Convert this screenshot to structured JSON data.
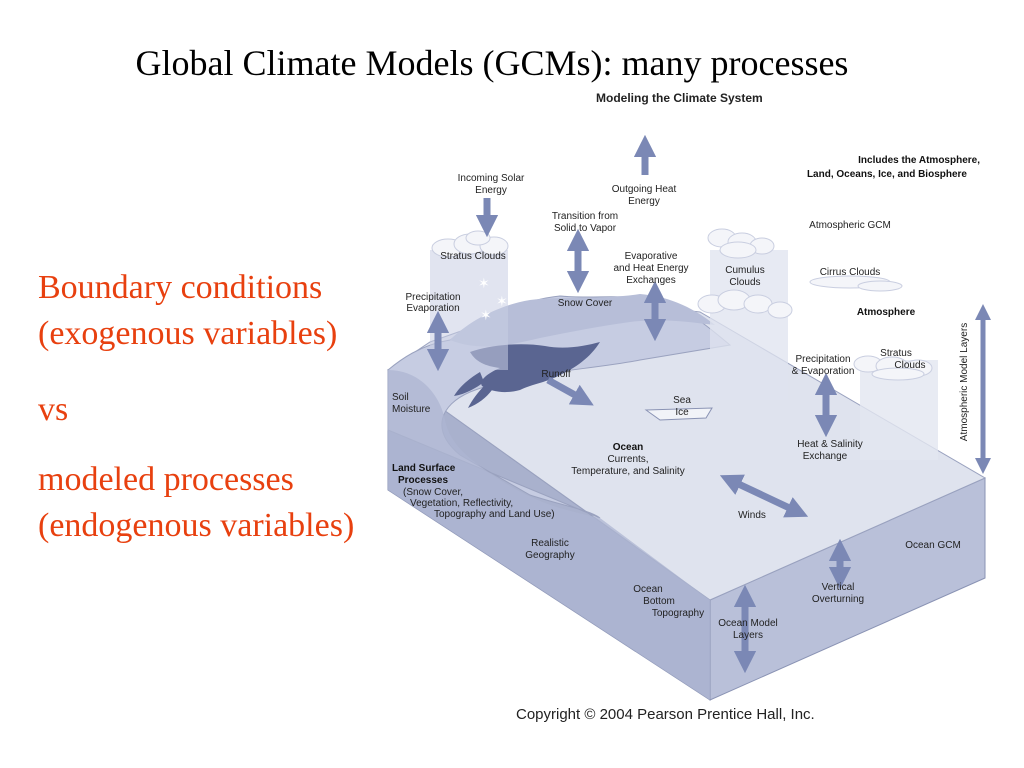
{
  "slide": {
    "title": "Global Climate Models (GCMs): many processes",
    "bullets": [
      "Boundary conditions",
      "(exogenous variables)",
      "vs",
      "modeled processes",
      "(endogenous variables)"
    ]
  },
  "figure": {
    "title": "Modeling the Climate System",
    "includes_lines": [
      "Includes the Atmosphere,",
      "Land, Oceans, Ice, and Biosphere"
    ],
    "labels": {
      "incoming_solar": [
        "Incoming Solar",
        "Energy"
      ],
      "outgoing_heat": [
        "Outgoing Heat",
        "Energy"
      ],
      "transition": [
        "Transition from",
        "Solid to Vapor"
      ],
      "evaporative": [
        "Evaporative",
        "and Heat Energy",
        "Exchanges"
      ],
      "stratus_left": "Stratus Clouds",
      "precip_evap_left": [
        "Precipitation",
        "Evaporation"
      ],
      "snow_cover": "Snow Cover",
      "cumulus": [
        "Cumulus",
        "Clouds"
      ],
      "cirrus": "Cirrus Clouds",
      "atmospheric_gcm": "Atmospheric GCM",
      "atmosphere": "Atmosphere",
      "precip_evap_right": [
        "Precipitation",
        "& Evaporation"
      ],
      "stratus_right": [
        "Stratus",
        "Clouds"
      ],
      "atm_layers": "Atmospheric Model Layers",
      "runoff": "Runoff",
      "sea_ice": [
        "Sea",
        "Ice"
      ],
      "soil_moisture": [
        "Soil",
        "Moisture"
      ],
      "ocean_title": "Ocean",
      "ocean_lines": [
        "Currents,",
        "Temperature, and Salinity"
      ],
      "heat_salinity": [
        "Heat & Salinity",
        "Exchange"
      ],
      "land_surface_title": [
        "Land Surface",
        "Processes"
      ],
      "land_surface_lines": [
        "(Snow Cover,",
        "Vegetation, Reflectivity,",
        "Topography and Land Use)"
      ],
      "winds": "Winds",
      "realistic_geo": [
        "Realistic",
        "Geography"
      ],
      "ocean_gcm": "Ocean GCM",
      "ocean_bottom": [
        "Ocean",
        "Bottom",
        "Topography"
      ],
      "vertical_overturning": [
        "Vertical",
        "Overturning"
      ],
      "ocean_model_layers": [
        "Ocean Model",
        "Layers"
      ]
    },
    "colors": {
      "slab_top": "#dfe3ee",
      "slab_front": "#b5bcd6",
      "slab_side": "#a9b1cd",
      "arrow": "#7b88b5",
      "water": "#5a6591",
      "cloud": "#f4f5f9"
    },
    "copyright": "Copyright © 2004 Pearson Prentice Hall, Inc."
  }
}
